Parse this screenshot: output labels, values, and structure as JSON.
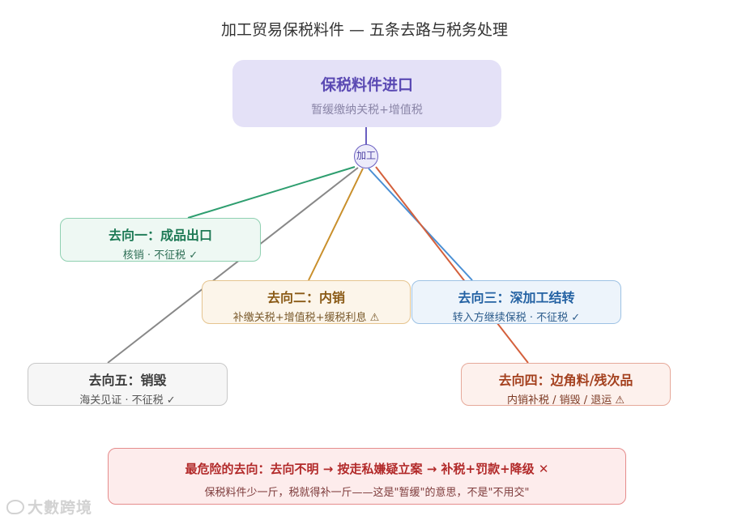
{
  "title": "加工贸易保税料件 — 五条去路与税务处理",
  "root": {
    "heading": "保税料件进口",
    "subtitle": "暂缓缴纳关税+增值税"
  },
  "hub_label": "加工",
  "routes": [
    {
      "heading": "去向一：成品出口",
      "detail": "核销 · 不征税 ✓",
      "color": "#2e9e6f"
    },
    {
      "heading": "去向二：内销",
      "detail": "补缴关税+增值税+缓税利息 ⚠",
      "color": "#c98f2b"
    },
    {
      "heading": "去向三：深加工结转",
      "detail": "转入方继续保税 · 不征税 ✓",
      "color": "#4a8fd4"
    },
    {
      "heading": "去向四：边角料/残次品",
      "detail": "内销补税 / 销毁 / 退运 ⚠",
      "color": "#d4603c"
    },
    {
      "heading": "去向五：销毁",
      "detail": "海关见证 · 不征税 ✓",
      "color": "#888888"
    }
  ],
  "warning": {
    "heading": "最危险的去向：去向不明 → 按走私嫌疑立案 → 补税+罚款+降级 ✕",
    "detail": "保税料件少一斤，税就得补一斤——这是\"暂缓\"的意思，不是\"不用交\""
  },
  "watermark": "大數跨境"
}
